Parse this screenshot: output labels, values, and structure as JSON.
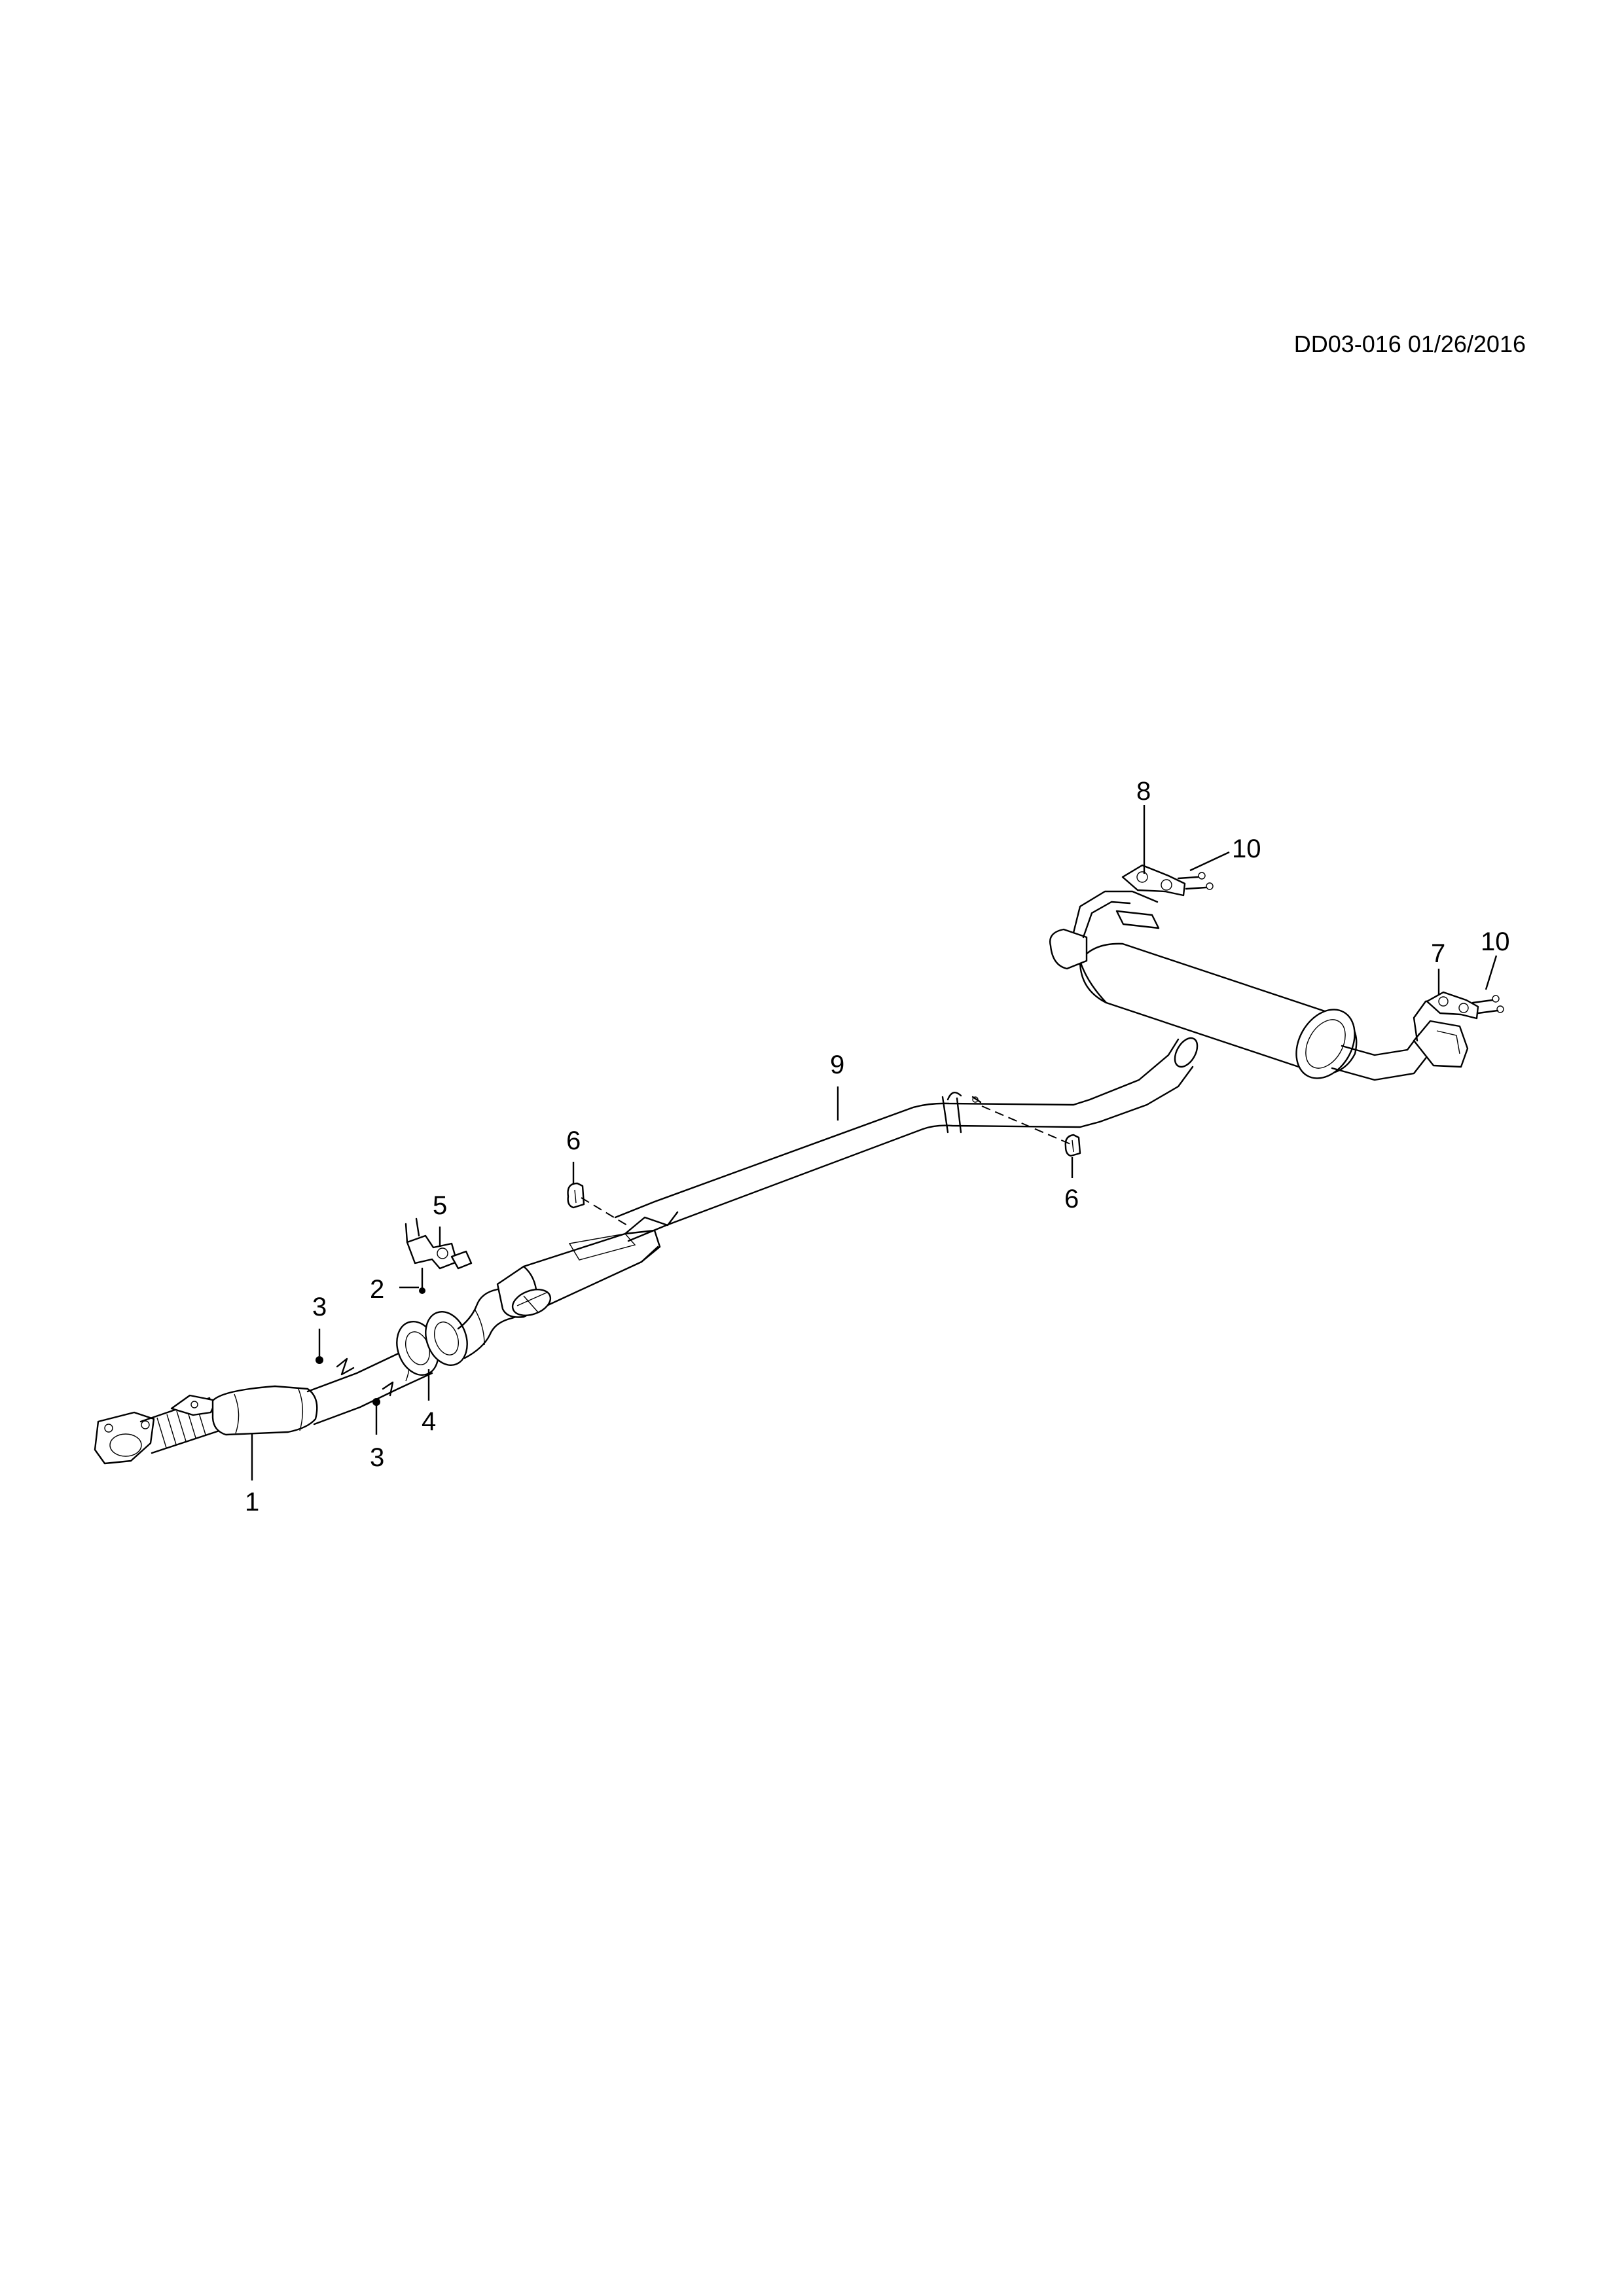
{
  "document_id": "DD03-016 01/26/2016",
  "callouts": {
    "c1": "1",
    "c2": "2",
    "c3a": "3",
    "c3b": "3",
    "c4": "4",
    "c5": "5",
    "c6a": "6",
    "c6b": "6",
    "c7": "7",
    "c8": "8",
    "c9": "9",
    "c10a": "10",
    "c10b": "10"
  }
}
